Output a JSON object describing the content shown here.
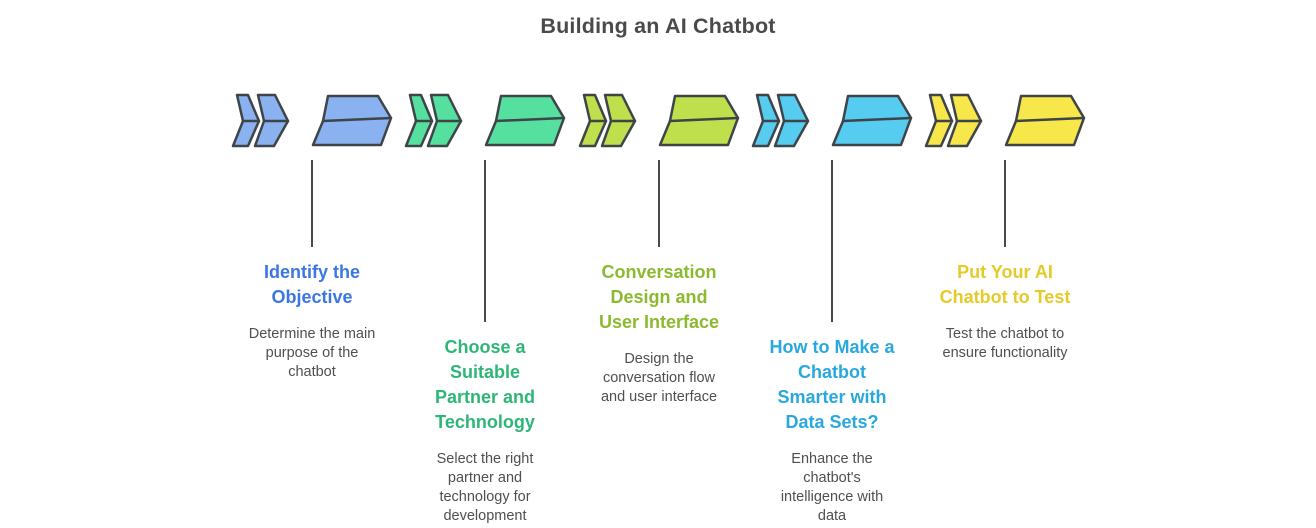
{
  "title": "Building an AI Chatbot",
  "colors": {
    "outline": "#3f4449",
    "connector": "#4a4a4a",
    "title": "#4a4a4a",
    "description": "#4f4f4f",
    "background": "#ffffff"
  },
  "stages": [
    {
      "heading": "Identify the\nObjective",
      "description": "Determine the main\npurpose of the\nchatbot",
      "heading_color": "#3b77e3",
      "fill": "#8ab2f0"
    },
    {
      "heading": "Choose a\nSuitable\nPartner and\nTechnology",
      "description": "Select the right\npartner and\ntechnology for\ndevelopment",
      "heading_color": "#2eb678",
      "fill": "#56e0a0"
    },
    {
      "heading": "Conversation\nDesign and\nUser Interface",
      "description": "Design the\nconversation flow\nand user interface",
      "heading_color": "#8cba2e",
      "fill": "#bfdf4d"
    },
    {
      "heading": "How to Make a\nChatbot\nSmarter with\nData Sets?",
      "description": "Enhance the\nchatbot's\nintelligence with\ndata",
      "heading_color": "#29a8dd",
      "fill": "#55ccf0"
    },
    {
      "heading": "Put Your AI\nChatbot to Test",
      "description": "Test the chatbot to\nensure functionality",
      "heading_color": "#e5ca28",
      "fill": "#f8e74b"
    }
  ]
}
